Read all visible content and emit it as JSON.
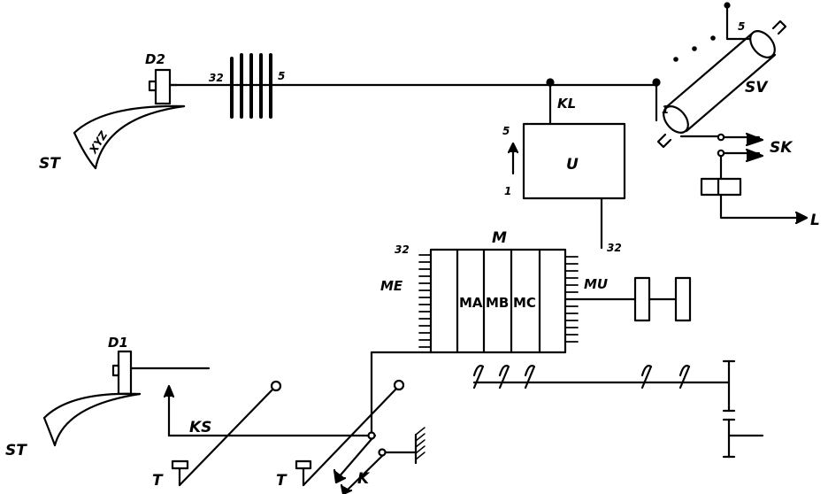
{
  "labels": {
    "d2": "D2",
    "st_top": "ST",
    "xyz": "XYZ",
    "n32_top": "32",
    "n5_top": "5",
    "kl": "KL",
    "u": "U",
    "u_5": "5",
    "u_1": "1",
    "sv": "SV",
    "sv_1": "1",
    "sv_5": "5",
    "sk": "SK",
    "l": "L",
    "m": "M",
    "m_32_left": "32",
    "m_32_right": "32",
    "me": "ME",
    "mu": "MU",
    "ma": "MA",
    "mb": "MB",
    "mc": "MC",
    "d1": "D1",
    "st_bottom": "ST",
    "ks": "KS",
    "t_left": "T",
    "t_right": "T",
    "k": "K"
  }
}
